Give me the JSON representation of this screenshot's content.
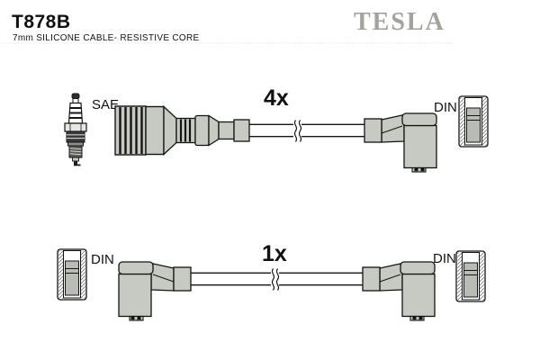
{
  "header": {
    "part_number": "T878B",
    "subtitle": "7mm SILICONE CABLE- RESISTIVE CORE",
    "brand_logo": "TESLA"
  },
  "diagram": {
    "rows": [
      {
        "quantity": "4x",
        "left_label": "SAE",
        "right_label": "DIN",
        "left_icon": "spark-plug-icon",
        "left_connector": "straight-sae-boot",
        "right_connector": "elbow-din-boot",
        "right_icon": "din-terminal-icon"
      },
      {
        "quantity": "1x",
        "left_label": "DIN",
        "right_label": "DIN",
        "left_icon": "din-terminal-icon",
        "left_connector": "elbow-din-boot",
        "right_connector": "elbow-din-boot",
        "right_icon": "din-terminal-icon"
      }
    ]
  },
  "colors": {
    "background": "#ffffff",
    "text": "#111111",
    "logo_gray": "#a1a49d",
    "connector_fill": "#c6cac2",
    "connector_groove": "#141414",
    "terminal_plug_fill": "#b8bcb4",
    "outline": "#141414"
  }
}
